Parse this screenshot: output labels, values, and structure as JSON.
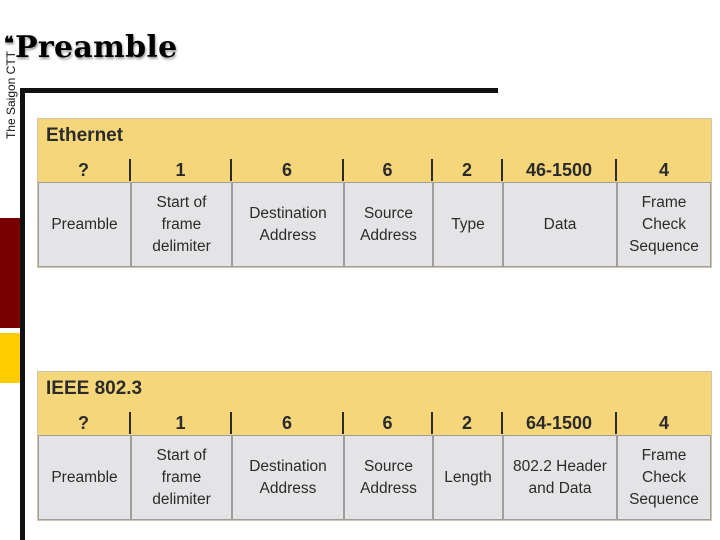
{
  "slide": {
    "side_label": "The Saigon CTT",
    "title_bullet": "❝",
    "title": "Preamble"
  },
  "frames": [
    {
      "name": "Ethernet",
      "sizes": [
        "?",
        "1",
        "6",
        "6",
        "2",
        "46-1500",
        "4"
      ],
      "fields": [
        "Preamble",
        "Start of\nframe\ndelimiter",
        "Destination\nAddress",
        "Source\nAddress",
        "Type",
        "Data",
        "Frame\nCheck\nSequence"
      ]
    },
    {
      "name": "IEEE 802.3",
      "sizes": [
        "?",
        "1",
        "6",
        "6",
        "2",
        "64-1500",
        "4"
      ],
      "fields": [
        "Preamble",
        "Start of\nframe\ndelimiter",
        "Destination\nAddress",
        "Source\nAddress",
        "Length",
        "802.2 Header\nand Data",
        "Frame\nCheck\nSequence"
      ]
    }
  ],
  "colors": {
    "panel_background": "#f5d67a",
    "field_background": "#e4e4e6",
    "stripe_red": "#7a0000",
    "stripe_yellow": "#ffcc00"
  }
}
